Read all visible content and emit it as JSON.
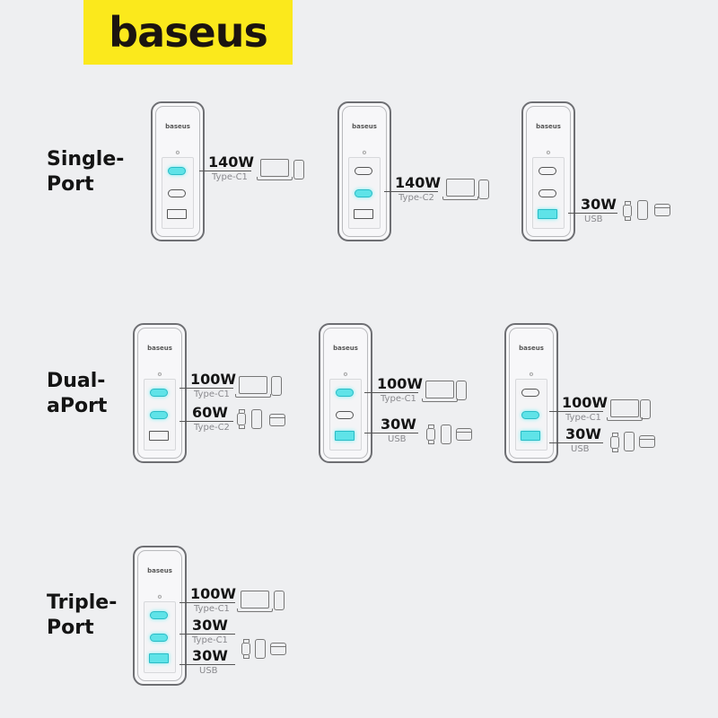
{
  "brand": {
    "logo_text": "baseus",
    "logo_bg": "#fbe91c"
  },
  "accent_color": "#5fe3e8",
  "rows": [
    {
      "label_line1": "Single-",
      "label_line2": "Port"
    },
    {
      "label_line1": "Dual-",
      "label_line2": "aPort"
    },
    {
      "label_line1": "Triple-",
      "label_line2": "Port"
    }
  ],
  "configs": [
    {
      "brand": "baseus",
      "active_ports": [
        "C1"
      ],
      "outputs": [
        {
          "watts": "140W",
          "port": "Type-C1",
          "devices": [
            "laptop-icon",
            "phone-icon"
          ]
        }
      ]
    },
    {
      "brand": "baseus",
      "active_ports": [
        "C2"
      ],
      "outputs": [
        {
          "watts": "140W",
          "port": "Type-C2",
          "devices": [
            "laptop-icon",
            "phone-icon"
          ]
        }
      ]
    },
    {
      "brand": "baseus",
      "active_ports": [
        "USB"
      ],
      "outputs": [
        {
          "watts": "30W",
          "port": "USB",
          "devices": [
            "watch-icon",
            "phone-icon",
            "earbuds-case-icon"
          ]
        }
      ]
    },
    {
      "brand": "baseus",
      "active_ports": [
        "C1",
        "C2"
      ],
      "outputs": [
        {
          "watts": "100W",
          "port": "Type-C1",
          "devices": [
            "laptop-icon",
            "phone-icon"
          ]
        },
        {
          "watts": "60W",
          "port": "Type-C2",
          "devices": [
            "watch-icon",
            "phone-icon",
            "earbuds-case-icon"
          ]
        }
      ]
    },
    {
      "brand": "baseus",
      "active_ports": [
        "C1",
        "USB"
      ],
      "outputs": [
        {
          "watts": "100W",
          "port": "Type-C1",
          "devices": [
            "laptop-icon",
            "phone-icon"
          ]
        },
        {
          "watts": "30W",
          "port": "USB",
          "devices": [
            "watch-icon",
            "phone-icon",
            "earbuds-case-icon"
          ]
        }
      ]
    },
    {
      "brand": "baseus",
      "active_ports": [
        "C2",
        "USB"
      ],
      "outputs": [
        {
          "watts": "100W",
          "port": "Type-C1",
          "devices": [
            "laptop-icon",
            "phone-icon"
          ]
        },
        {
          "watts": "30W",
          "port": "USB",
          "devices": [
            "watch-icon",
            "phone-icon",
            "earbuds-case-icon"
          ]
        }
      ]
    },
    {
      "brand": "baseus",
      "active_ports": [
        "C1",
        "C2",
        "USB"
      ],
      "outputs": [
        {
          "watts": "100W",
          "port": "Type-C1",
          "devices": [
            "laptop-icon",
            "phone-icon"
          ]
        },
        {
          "watts": "30W",
          "port": "Type-C1",
          "devices": [
            "watch-icon",
            "phone-icon",
            "earbuds-case-icon"
          ]
        },
        {
          "watts": "30W",
          "port": "USB",
          "devices": []
        }
      ]
    }
  ]
}
